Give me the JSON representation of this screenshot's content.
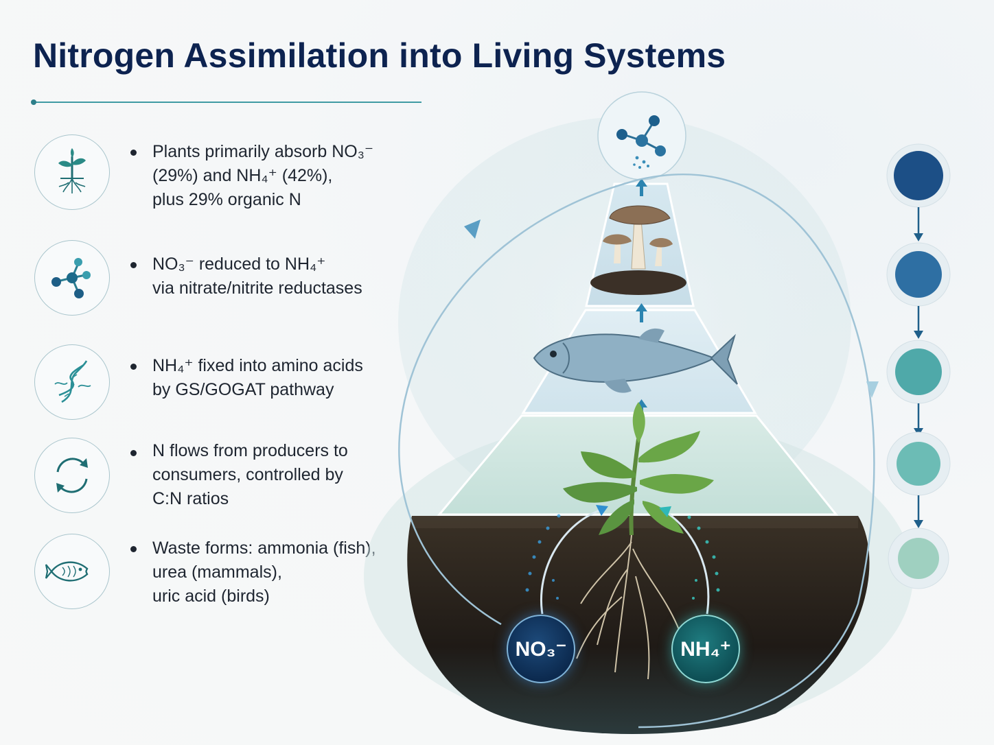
{
  "title": "Nitrogen Assimilation into Living Systems",
  "bullets": [
    {
      "icon": "plant-roots-icon",
      "lines": [
        "Plants primarily absorb NO₃⁻",
        "(29%) and NH₄⁺ (42%),",
        "plus 29% organic N"
      ]
    },
    {
      "icon": "molecule-icon",
      "lines": [
        "NO₃⁻ reduced to NH₄⁺",
        "via nitrate/nitrite reductases"
      ]
    },
    {
      "icon": "dna-icon",
      "lines": [
        "NH₄⁺ fixed into amino acids",
        "by GS/GOGAT pathway"
      ]
    },
    {
      "icon": "cycle-arrows-icon",
      "lines": [
        "N flows from producers to",
        "consumers, controlled by",
        "C:N ratios"
      ]
    },
    {
      "icon": "fish-icon",
      "lines": [
        "Waste forms: ammonia (fish),",
        "urea (mammals),",
        "uric acid (birds)"
      ]
    }
  ],
  "ions": {
    "no3": "NO₃⁻",
    "nh4": "NH₄⁺"
  },
  "pyramid_tiers": [
    "molecule",
    "fungi",
    "fish",
    "plant",
    "soil"
  ],
  "stage_colors": [
    "#1c4f86",
    "#2e6fa3",
    "#4fa9a9",
    "#6cbcb5",
    "#9fd0c0"
  ]
}
